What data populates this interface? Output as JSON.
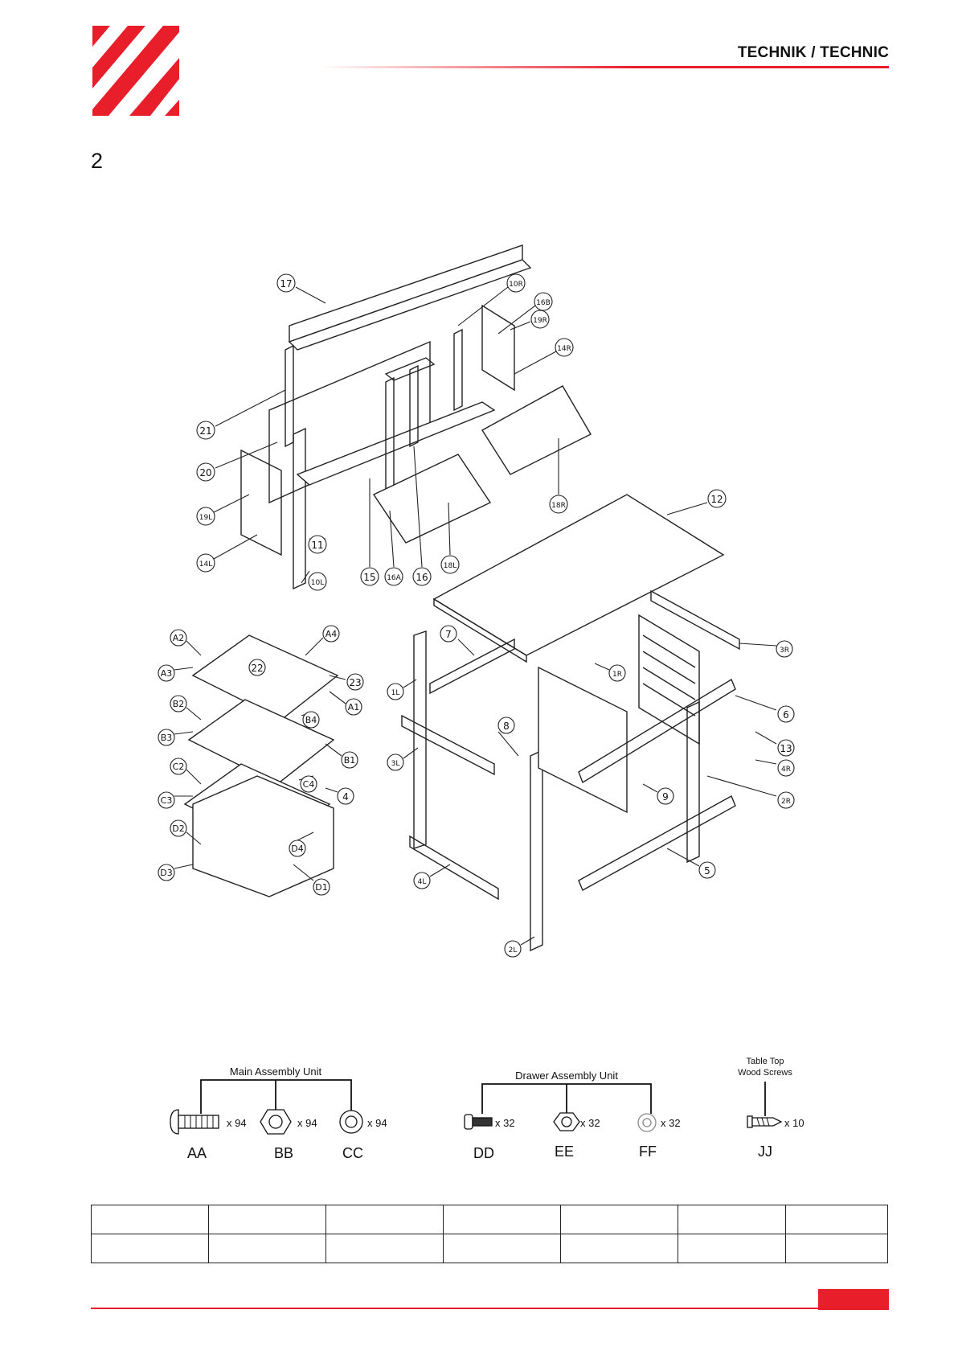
{
  "header": {
    "title": "TECHNIK / TECHNIC",
    "brand_color": "#e81f2a"
  },
  "step": {
    "number": "2"
  },
  "diagram": {
    "callouts": [
      "17",
      "10R",
      "16B",
      "19R",
      "14R",
      "21",
      "20",
      "19L",
      "14L",
      "11",
      "10L",
      "15",
      "16A",
      "16",
      "18L",
      "18R",
      "12",
      "A2",
      "A4",
      "22",
      "A3",
      "23",
      "A1",
      "B2",
      "B4",
      "B3",
      "B1",
      "C2",
      "C4",
      "C3",
      "4",
      "D2",
      "D4",
      "D3",
      "D1",
      "7",
      "1L",
      "3L",
      "8",
      "1R",
      "3R",
      "6",
      "13",
      "4R",
      "9",
      "2R",
      "5",
      "4L",
      "2L"
    ]
  },
  "hardware": {
    "groups": [
      {
        "label": "Main Assembly Unit"
      },
      {
        "label": "Drawer Assembly Unit"
      },
      {
        "label_line1": "Table Top",
        "label_line2": "Wood Screws"
      }
    ],
    "items": [
      {
        "code": "AA",
        "qty": "x 94",
        "icon": "carriage-bolt-icon"
      },
      {
        "code": "BB",
        "qty": "x 94",
        "icon": "hex-nut-icon"
      },
      {
        "code": "CC",
        "qty": "x 94",
        "icon": "lock-washer-icon"
      },
      {
        "code": "DD",
        "qty": "x 32",
        "icon": "bolt-icon"
      },
      {
        "code": "EE",
        "qty": "x 32",
        "icon": "hex-nut-icon"
      },
      {
        "code": "FF",
        "qty": "x 32",
        "icon": "washer-icon"
      },
      {
        "code": "JJ",
        "qty": "x 10",
        "icon": "wood-screw-icon"
      }
    ]
  },
  "parts_table": {
    "rows": [
      [
        "",
        "",
        "",
        "",
        "",
        "",
        ""
      ],
      [
        "",
        "",
        "",
        "",
        "",
        "",
        ""
      ]
    ]
  },
  "footer": {
    "page_number": ""
  }
}
